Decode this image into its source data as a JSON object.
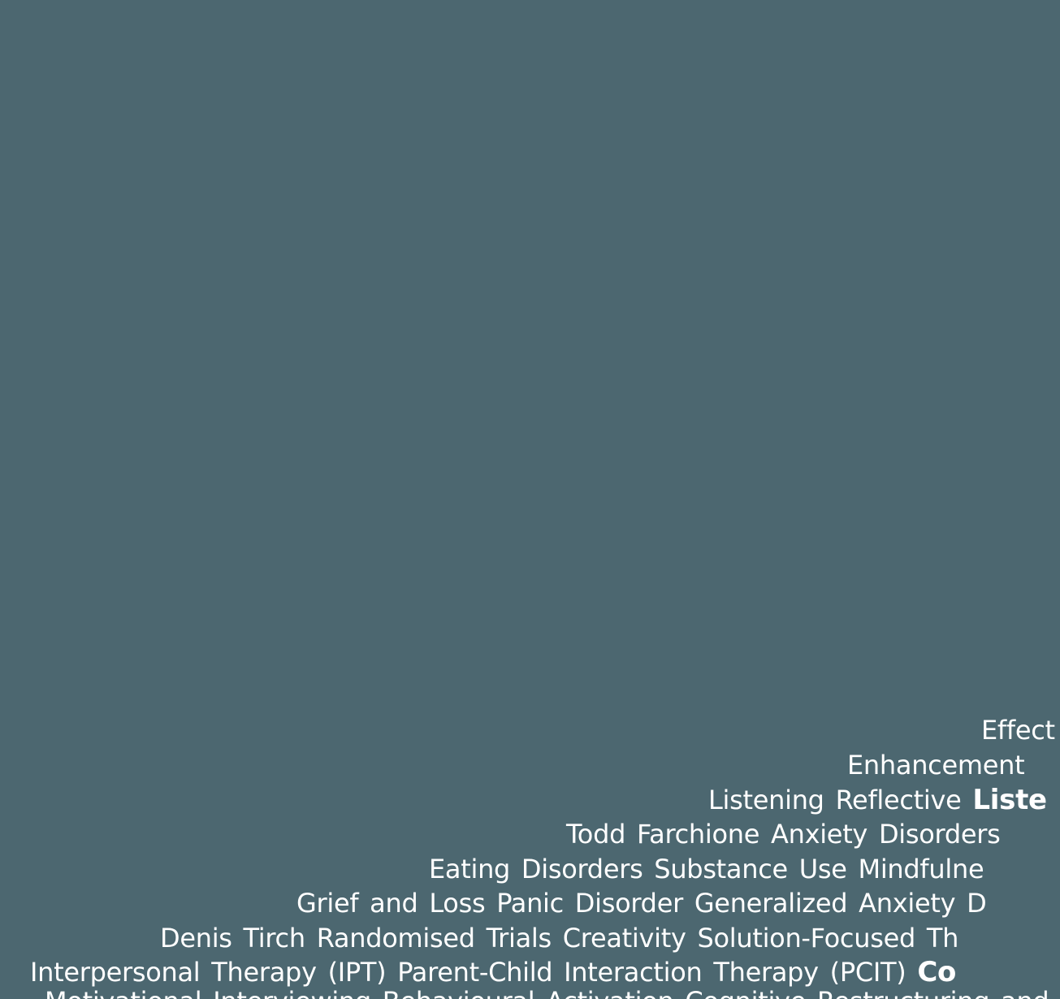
{
  "colors": {
    "background": "#4c6770",
    "text": "#ffffff"
  },
  "word_cloud": {
    "description": "tag cloud of psychotherapy topics, clipped at right and bottom edges of viewport",
    "lines": [
      {
        "pre": "Effect"
      },
      {
        "pre": "Enhancement"
      },
      {
        "pre": "Listening Reflective ",
        "bold": "Liste"
      },
      {
        "pre": "Todd Farchione Anxiety Disorders"
      },
      {
        "pre": "Eating Disorders Substance Use Mindfulne"
      },
      {
        "pre": "Grief and Loss Panic Disorder Generalized Anxiety D"
      },
      {
        "pre": "Denis Tirch Randomised Trials Creativity Solution-Focused Th"
      },
      {
        "pre": "Interpersonal Therapy (IPT) Parent-Child Interaction Therapy (PCIT) ",
        "bold": "Co"
      },
      {
        "pre": "Motivational Interviewing Behavioural Activation Cognitive Restructuring and Self-Compassion"
      }
    ]
  }
}
